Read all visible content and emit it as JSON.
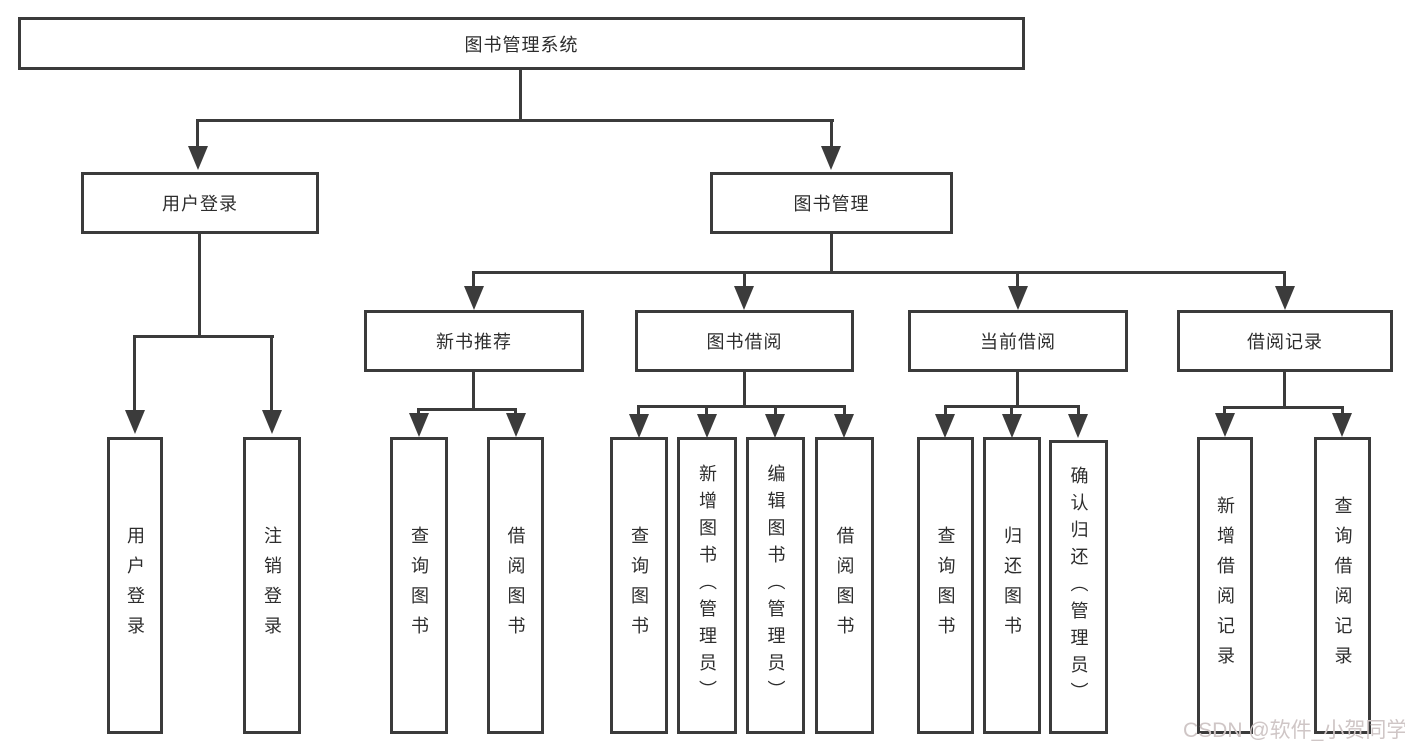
{
  "diagram": {
    "type": "hierarchy-tree",
    "watermark": "CSDN @软件_小贺同学",
    "colors": {
      "background": "#ffffff",
      "line": "#3b3b3b",
      "box_border": "#3b3b3b",
      "text": "#2d2d2d",
      "watermark_text": "#cfc6c6"
    },
    "nodes": {
      "root": {
        "label": "图书管理系统"
      },
      "user_login": {
        "label": "用户登录"
      },
      "book_mgmt": {
        "label": "图书管理"
      },
      "user_login_leaf": {
        "label": "用户登录"
      },
      "logout_leaf": {
        "label": "注销登录"
      },
      "new_book_rec": {
        "label": "新书推荐"
      },
      "book_borrow": {
        "label": "图书借阅"
      },
      "current_borrow": {
        "label": "当前借阅"
      },
      "borrow_record": {
        "label": "借阅记录"
      },
      "rec_query": {
        "label": "查询图书"
      },
      "rec_borrow": {
        "label": "借阅图书"
      },
      "bb_query": {
        "label": "查询图书"
      },
      "bb_add": {
        "label": "新增图书（管理员）"
      },
      "bb_edit": {
        "label": "编辑图书（管理员）"
      },
      "bb_borrow": {
        "label": "借阅图书"
      },
      "cb_query": {
        "label": "查询图书"
      },
      "cb_return": {
        "label": "归还图书"
      },
      "cb_confirm": {
        "label": "确认归还（管理员）"
      },
      "br_add": {
        "label": "新增借阅记录"
      },
      "br_query": {
        "label": "查询借阅记录"
      }
    },
    "edges": [
      [
        "root",
        "user_login"
      ],
      [
        "root",
        "book_mgmt"
      ],
      [
        "user_login",
        "user_login_leaf"
      ],
      [
        "user_login",
        "logout_leaf"
      ],
      [
        "book_mgmt",
        "new_book_rec"
      ],
      [
        "book_mgmt",
        "book_borrow"
      ],
      [
        "book_mgmt",
        "current_borrow"
      ],
      [
        "book_mgmt",
        "borrow_record"
      ],
      [
        "new_book_rec",
        "rec_query"
      ],
      [
        "new_book_rec",
        "rec_borrow"
      ],
      [
        "book_borrow",
        "bb_query"
      ],
      [
        "book_borrow",
        "bb_add"
      ],
      [
        "book_borrow",
        "bb_edit"
      ],
      [
        "book_borrow",
        "bb_borrow"
      ],
      [
        "current_borrow",
        "cb_query"
      ],
      [
        "current_borrow",
        "cb_return"
      ],
      [
        "current_borrow",
        "cb_confirm"
      ],
      [
        "borrow_record",
        "br_add"
      ],
      [
        "borrow_record",
        "br_query"
      ]
    ]
  }
}
